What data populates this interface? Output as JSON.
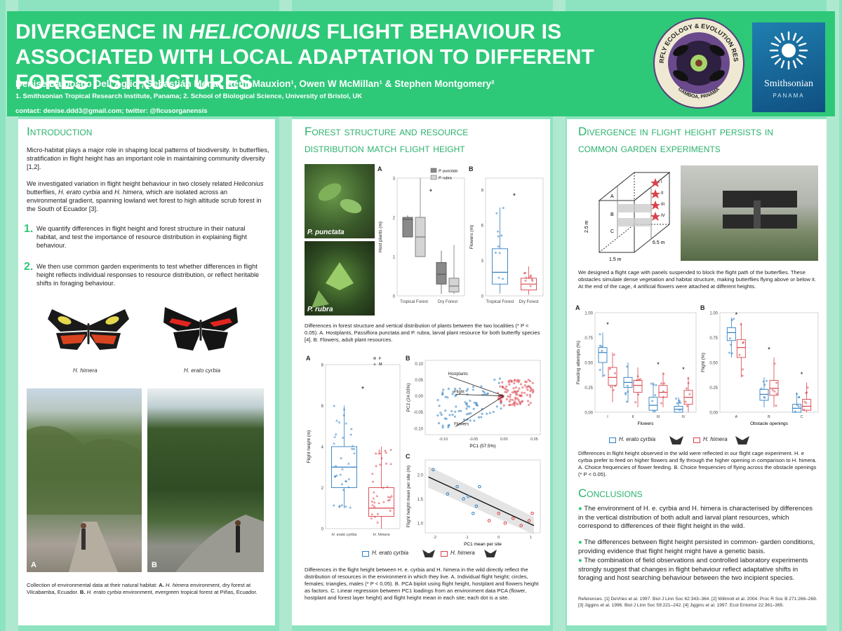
{
  "header": {
    "title_pre": "DIVERGENCE IN ",
    "title_em": "HELICONIUS",
    "title_post": " FLIGHT BEHAVIOUR IS ASSOCIATED WITH LOCAL ADAPTATION TO DIFFERENT FOREST STRUCTURES",
    "authors": "Denise Dalbosco Dell’Aglio¹, Sebastián Mena¹, Rémi Mauxion¹, Owen W McMillan¹ & Stephen Montgomery²",
    "affiliations": "1. Smithsonian Tropical Research Institute, Panama; 2. School of Biological Science, University of Bristol, UK",
    "contact": "contact: denise.ddd3@gmail.com; twitter: @ficusorganensis",
    "logo1_top": "BUTTERFLY ECOLOGY & EVOLUTION RESEARCH",
    "logo1_bottom": "GAMBOA, PANAMA",
    "logo2_name": "Smithsonian",
    "logo2_sub": "PANAMA"
  },
  "intro": {
    "title": "Introduction",
    "p1": "Micro-habitat plays a major role in shaping local patterns of biodiversity. In butterflies, stratification in flight height has an important role in maintaining community diversity [1,2].",
    "p2_a": "We investigated variation in flight height behaviour in two closely related ",
    "p2_em1": "Heliconius",
    "p2_b": " butterflies, ",
    "p2_em2": "H. erato cyrbia",
    "p2_c": " and ",
    "p2_em3": "H. himera,",
    "p2_d": " which are isolated across an environmental gradient, spanning lowland wet forest to high altitude scrub forest in the South of Ecuador [3].",
    "num1": "1.",
    "item1": "We quantify differences in flight height and forest structure in their natural habitat, and test the importance of resource distribution in explaining flight behaviour.",
    "num2": "2.",
    "item2": "We then use common garden experiments to test whether differences in flight height reflects individual responses to resource distribution, or reflect heritable shifts in foraging behaviour.",
    "butterfly1": "H. himera",
    "butterfly2": "H. erato cyrbia",
    "photoA": "A",
    "photoB": "B",
    "caption_a": "Collection of environmental data at their natural habitat: ",
    "caption_b": "A.",
    "caption_c": " H. himera",
    "caption_d": " environment, dry forest at Vilcabamba, Ecuador. ",
    "caption_e": "B.",
    "caption_f": " H. erato cyrbia",
    "caption_g": " environment, evergreen tropical forest at Piñas, Ecuador."
  },
  "forest": {
    "title_l1": "Forest structure and resource",
    "title_l2": "distribution match flight height",
    "photo1": "P. punctata",
    "photo2": "P. rubra",
    "caption1": "Differences in forest structure and vertical distribution of plants between the two localities (* P < 0.05). A. Hostplants, Passiflora punctata and P. rubra, larval plant resource for both butterfly species [4]. B. Flowers, adult plant resources.",
    "caption2": "Differences in the flight height between H. e. cyrbia and H. himera in the wild directly reflect the distribution of resources in the environment in which they live. A. Individual flight height; circles, females; triangles, males (* P < 0.05). B. PCA biplot using flight height, hostplant and flowers height as factors. C. Linear regression between PC1 loadings from an environment data PCA (flower, hostplant and forest layer height) and flight height mean in each site; each dot is a site."
  },
  "garden": {
    "title_l1": "Divergence in flight height persists in",
    "title_l2": "common garden experiments",
    "caption1": "We designed a flight cage with panels suspended to block the flight path of the butterflies. These obstacles simulate dense vegetation and habitat structure, making butterflies flying above or below it. At the end of the cage, 4 artificial flowers were attached at different heights.",
    "caption2": "Differences in flight height observed in the wild were reflected in our flight cage experiment. H. e cyrbia prefer to feed on higher flowers and fly through the higher opening in comparison to H. himera. A. Choice frequencies of flower feeding. B. Choice frequencies of flying across the obstacle openings (* P < 0.05).",
    "legend1": "H. erato cyrbia",
    "legend2": "H. himera",
    "cage_h": "2.5 m",
    "cage_w": "1.5 m",
    "cage_d": "6.5 m",
    "cage_flowers": [
      "I",
      "II",
      "III",
      "IV"
    ],
    "cage_openings": [
      "A",
      "B",
      "C"
    ]
  },
  "conclusions": {
    "title": "Conclusions",
    "b1": "The environment of H. e. cyrbia and H. himera is characterised by differences in the vertical distribution of both adult and larval plant resources, which correspond to differences of their flight height in the wild.",
    "b2": "The differences between flight height persisted in common- garden conditions, providing evidence that flight height might have a genetic basis.",
    "b3": "The combination of field observations and controlled laboratory experiments strongly suggest that changes in flight behaviour reflect adaptative shifts in foraging and host searching behaviour between the two incipient species.",
    "refs": "References. [1] DeVries et al. 1997. Biol J Linn Soc 62:343–364. [2] Willmott et al. 2004. Proc R Soc B 271:266–269. [3] Jiggins et al. 1996. Biol J Linn Soc 59:221–242. [4] Jiggins et al. 1997. Ecol Entomol 22:361–365."
  },
  "colors": {
    "green": "#2ec879",
    "blue": "#2f7fc1",
    "red": "#d9434b",
    "grey": "#8a8a8a"
  },
  "chart_data": [
    {
      "type": "box",
      "id": "host-plants",
      "panel": "A",
      "ylabel": "Host plants (m)",
      "categories": [
        "Tropical Forest",
        "Dry Forest"
      ],
      "ylim": [
        0,
        3
      ],
      "yticks": [
        0,
        1,
        2,
        3
      ],
      "legend": [
        "P. punctata",
        "P. rubra"
      ],
      "series": [
        {
          "name": "P. punctata",
          "boxes": [
            {
              "q1": 1.5,
              "median": 1.95,
              "q3": 2.0,
              "min": 1.5,
              "max": 2.05
            },
            {
              "q1": 0.3,
              "median": 0.55,
              "q3": 0.85,
              "min": 0.05,
              "max": 1.15
            }
          ]
        },
        {
          "name": "P. rubra",
          "boxes": [
            {
              "q1": 1.0,
              "median": 1.5,
              "q3": 2.0,
              "min": 1.0,
              "max": 3.0
            },
            {
              "q1": 0.1,
              "median": 0.25,
              "q3": 0.45,
              "min": 0.05,
              "max": 1.3
            }
          ]
        }
      ],
      "annotation": "*"
    },
    {
      "type": "box",
      "id": "flowers",
      "panel": "B",
      "ylabel": "Flowers (m)",
      "categories": [
        "Tropical Forest",
        "Dry Forest"
      ],
      "ylim": [
        0,
        10
      ],
      "yticks": [
        0,
        3,
        6,
        9
      ],
      "boxes": [
        {
          "q1": 1.0,
          "median": 2.0,
          "q3": 4.0,
          "min": 0.2,
          "max": 7.5
        },
        {
          "q1": 0.5,
          "median": 1.0,
          "q3": 1.5,
          "min": 0.1,
          "max": 2.5
        }
      ],
      "annotation": "*"
    },
    {
      "type": "box",
      "id": "flight-height",
      "panel": "A",
      "ylabel": "Flight height (m)",
      "categories": [
        "H. erato cyrbia",
        "H. himera"
      ],
      "ylim": [
        0,
        8
      ],
      "yticks": [
        0,
        2,
        4,
        6,
        8
      ],
      "legend": [
        "F",
        "M"
      ],
      "boxes": [
        {
          "q1": 2.0,
          "median": 3.0,
          "q3": 4.0,
          "min": 1.0,
          "max": 6.0
        },
        {
          "q1": 0.6,
          "median": 1.0,
          "q3": 2.0,
          "min": 0.0,
          "max": 4.0
        }
      ],
      "annotation": "*"
    },
    {
      "type": "scatter",
      "id": "pca-biplot",
      "panel": "B",
      "xlabel": "PC1 (57.5%)",
      "ylabel": "PC2 (24.03%)",
      "xlim": [
        -0.13,
        0.06
      ],
      "ylim": [
        -0.12,
        0.11
      ],
      "xticks": [
        -0.1,
        -0.05,
        0.0,
        0.05
      ],
      "yticks": [
        -0.1,
        -0.05,
        0.0,
        0.05,
        0.1
      ],
      "vectors": [
        {
          "label": "Hostplants",
          "x": -0.09,
          "y": 0.06
        },
        {
          "label": "Flight",
          "x": -0.08,
          "y": 0.005
        },
        {
          "label": "Flowers",
          "x": -0.08,
          "y": -0.095
        }
      ]
    },
    {
      "type": "scatter",
      "id": "regression",
      "panel": "C",
      "xlabel": "PC1 mean per site",
      "ylabel": "Flight height mean per site (m)",
      "xlim": [
        -2.3,
        1.3
      ],
      "ylim": [
        0.8,
        2.3
      ],
      "xticks": [
        -2,
        -1,
        0,
        1
      ],
      "yticks": [
        1.0,
        1.5,
        2.0
      ],
      "line": [
        {
          "x": -2.2,
          "y": 1.95
        },
        {
          "x": 1.1,
          "y": 0.95
        }
      ],
      "points_blue": [
        {
          "x": -2.05,
          "y": 2.1
        },
        {
          "x": -1.6,
          "y": 1.6
        },
        {
          "x": -1.3,
          "y": 1.75
        },
        {
          "x": -1.1,
          "y": 1.5
        },
        {
          "x": -0.95,
          "y": 1.55
        },
        {
          "x": -0.8,
          "y": 1.2
        },
        {
          "x": -0.6,
          "y": 1.75
        },
        {
          "x": -0.7,
          "y": 1.35
        }
      ],
      "points_red": [
        {
          "x": -0.3,
          "y": 1.05
        },
        {
          "x": 0.0,
          "y": 1.2
        },
        {
          "x": 0.2,
          "y": 1.0
        },
        {
          "x": 0.45,
          "y": 1.1
        },
        {
          "x": 0.7,
          "y": 0.95
        },
        {
          "x": 0.95,
          "y": 1.05
        },
        {
          "x": 1.05,
          "y": 1.2
        }
      ]
    },
    {
      "type": "box",
      "id": "feeding-attempts",
      "panel": "A",
      "xlabel": "Flowers",
      "ylabel": "Feeding attempts (%)",
      "categories": [
        "I",
        "II",
        "III",
        "IV"
      ],
      "ylim": [
        0,
        1
      ],
      "yticks": [
        0.0,
        0.25,
        0.5,
        0.75,
        1.0
      ],
      "series": [
        {
          "name": "H. erato cyrbia",
          "boxes": [
            {
              "q1": 0.5,
              "median": 0.6,
              "q3": 0.65,
              "min": 0.35,
              "max": 0.8
            },
            {
              "q1": 0.25,
              "median": 0.3,
              "q3": 0.35,
              "min": 0.1,
              "max": 0.5
            },
            {
              "q1": 0.02,
              "median": 0.07,
              "q3": 0.15,
              "min": 0.0,
              "max": 0.3
            },
            {
              "q1": 0.0,
              "median": 0.03,
              "q3": 0.06,
              "min": 0.0,
              "max": 0.15
            }
          ]
        },
        {
          "name": "H. himera",
          "boxes": [
            {
              "q1": 0.27,
              "median": 0.35,
              "q3": 0.45,
              "min": 0.1,
              "max": 0.6
            },
            {
              "q1": 0.2,
              "median": 0.27,
              "q3": 0.32,
              "min": 0.05,
              "max": 0.45
            },
            {
              "q1": 0.15,
              "median": 0.2,
              "q3": 0.27,
              "min": 0.05,
              "max": 0.4
            },
            {
              "q1": 0.08,
              "median": 0.15,
              "q3": 0.22,
              "min": 0.0,
              "max": 0.35
            }
          ]
        }
      ],
      "annotations": [
        "*",
        "",
        "*",
        "*"
      ]
    },
    {
      "type": "box",
      "id": "flight-openings",
      "panel": "B",
      "xlabel": "Obstacle openings",
      "ylabel": "Flight (%)",
      "categories": [
        "A",
        "B",
        "C"
      ],
      "ylim": [
        0,
        1
      ],
      "yticks": [
        0.0,
        0.25,
        0.5,
        0.75,
        1.0
      ],
      "series": [
        {
          "name": "H. erato cyrbia",
          "boxes": [
            {
              "q1": 0.72,
              "median": 0.8,
              "q3": 0.85,
              "min": 0.55,
              "max": 0.95
            },
            {
              "q1": 0.12,
              "median": 0.18,
              "q3": 0.23,
              "min": 0.05,
              "max": 0.35
            },
            {
              "q1": 0.0,
              "median": 0.04,
              "q3": 0.08,
              "min": 0.0,
              "max": 0.2
            }
          ]
        },
        {
          "name": "H. himera",
          "boxes": [
            {
              "q1": 0.55,
              "median": 0.65,
              "q3": 0.73,
              "min": 0.35,
              "max": 0.9
            },
            {
              "q1": 0.17,
              "median": 0.24,
              "q3": 0.32,
              "min": 0.05,
              "max": 0.55
            },
            {
              "q1": 0.02,
              "median": 0.06,
              "q3": 0.13,
              "min": 0.0,
              "max": 0.3
            }
          ]
        }
      ],
      "annotations": [
        "*",
        "*",
        "*"
      ]
    }
  ]
}
